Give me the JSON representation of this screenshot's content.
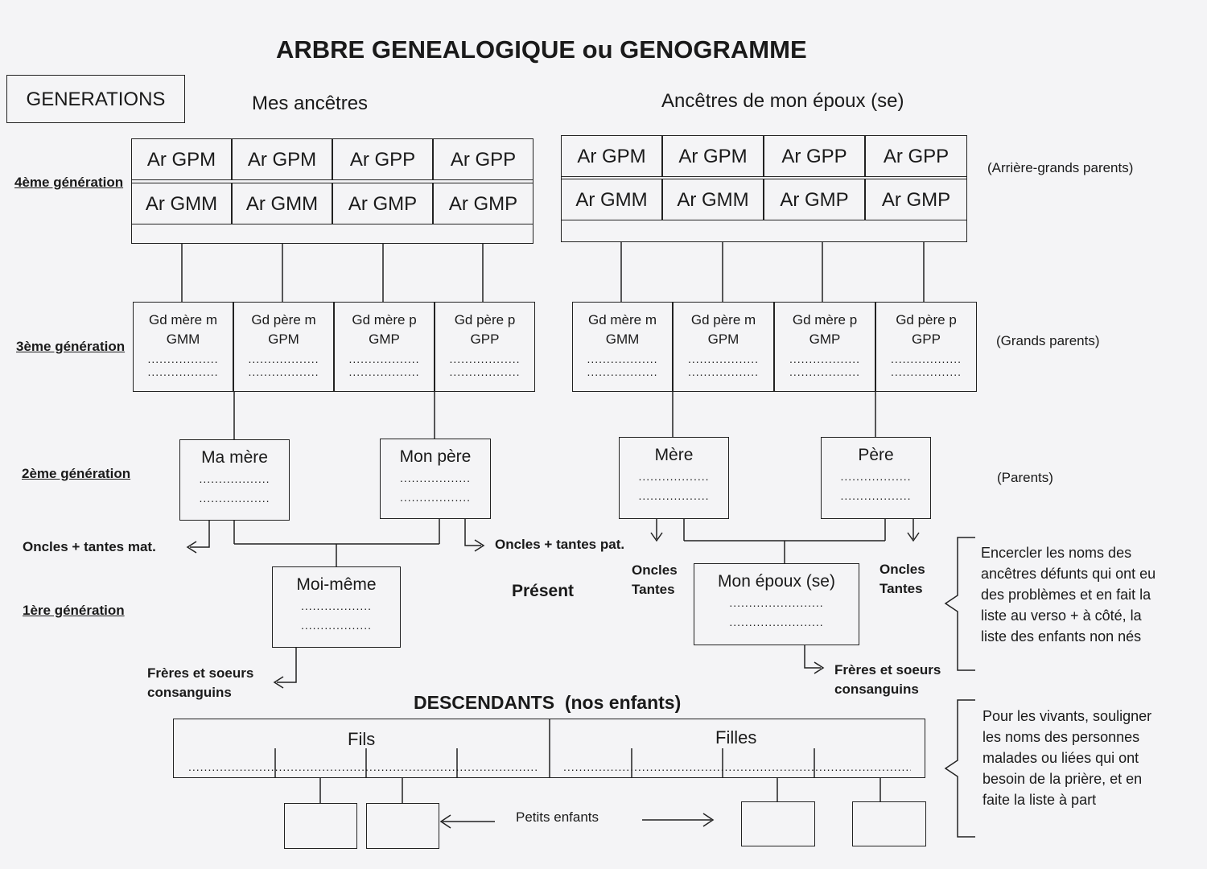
{
  "title": "ARBRE GENEALOGIQUE ou GENOGRAMME",
  "generations_label": "GENERATIONS",
  "left_header": "Mes ancêtres",
  "right_header": "Ancêtres de mon époux (se)",
  "gen_labels": {
    "g4": "4ème génération",
    "g3": "3ème génération",
    "g2": "2ème génération",
    "g1": "1ère génération"
  },
  "gen4_top": [
    "Ar GPM",
    "Ar GPM",
    "Ar GPP",
    "Ar GPP"
  ],
  "gen4_bottom": [
    "Ar GMM",
    "Ar GMM",
    "Ar GMP",
    "Ar GMP"
  ],
  "gen4_note": "(Arrière-grands parents)",
  "gen3": [
    {
      "l1": "Gd mère m",
      "l2": "GMM"
    },
    {
      "l1": "Gd père m",
      "l2": "GPM"
    },
    {
      "l1": "Gd mère p",
      "l2": "GMP"
    },
    {
      "l1": "Gd père p",
      "l2": "GPP"
    }
  ],
  "gen3_note": "(Grands parents)",
  "dots": "........................",
  "dots_short": "..................",
  "gen2": {
    "ma_mere": "Ma mère",
    "mon_pere": "Mon père",
    "mere": "Mère",
    "pere": "Père",
    "note": "(Parents)"
  },
  "oncles_mat": "Oncles + tantes mat.",
  "oncles_pat": "Oncles + tantes pat.",
  "oncles": "Oncles",
  "tantes": "Tantes",
  "moi_meme": "Moi-même",
  "present": "Présent",
  "mon_epoux": "Mon époux (se)",
  "freres_l1": "Frères et soeurs",
  "freres_l2": "consanguins",
  "note1": "Encercler les noms des ancêtres défunts qui ont eu des problèmes et en fait la liste au verso + à côté, la liste des enfants non nés",
  "note2": "Pour les vivants, souligner les noms des personnes malades ou liées qui ont besoin de la prière, et en faite la liste à part",
  "descendants": "DESCENDANTS  (nos enfants)",
  "fils": "Fils",
  "filles": "Filles",
  "long_dots": "...............................................................................................................",
  "petits_enfants": "Petits enfants"
}
